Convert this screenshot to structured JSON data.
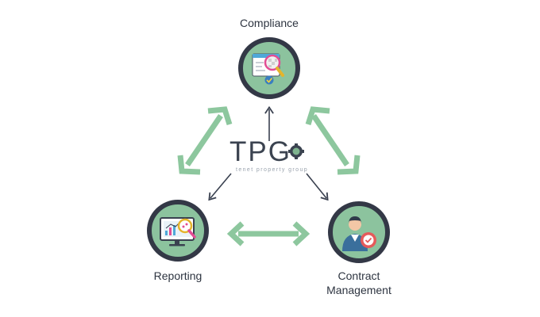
{
  "nodes": {
    "compliance": {
      "label": "Compliance",
      "icon": "document-magnifier-icon"
    },
    "reporting": {
      "label": "Reporting",
      "icon": "monitor-chart-magnifier-icon"
    },
    "contract": {
      "label_line1": "Contract",
      "label_line2": "Management",
      "icon": "person-badge-icon"
    }
  },
  "logo": {
    "text": "TPG",
    "subtitle": "tenet property group"
  },
  "colors": {
    "node_ring": "#333846",
    "node_fill": "#8cc39e",
    "green_arrow": "#8dc79e",
    "dark_arrow": "#3a4150",
    "label_text": "#2d3440"
  }
}
